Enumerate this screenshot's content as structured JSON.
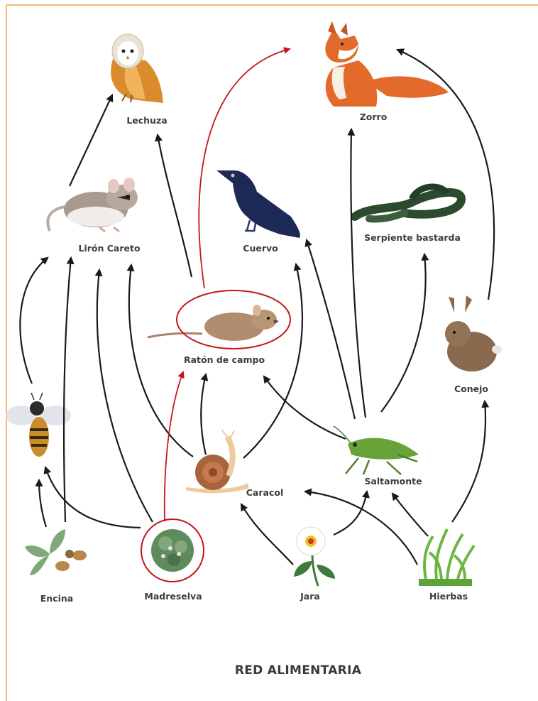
{
  "title": "RED ALIMENTARIA",
  "colors": {
    "frame": "#f0a24a",
    "arrow": "#1a1a1a",
    "highlight": "#c4161c"
  },
  "species": {
    "lechuza": "Lechuza",
    "zorro": "Zorro",
    "liron": "Lirón Careto",
    "cuervo": "Cuervo",
    "serpiente": "Serpiente bastarda",
    "raton": "Ratón de campo",
    "conejo": "Conejo",
    "caracol": "Caracol",
    "saltamonte": "Saltamonte",
    "encina": "Encina",
    "madreselva": "Madreselva",
    "jara": "Jara",
    "hierbas": "Hierbas"
  },
  "links": [
    {
      "from": "Lirón Careto",
      "to": "Lechuza",
      "highlight": false
    },
    {
      "from": "Ratón de campo",
      "to": "Lechuza",
      "highlight": false
    },
    {
      "from": "Ratón de campo",
      "to": "Zorro",
      "highlight": true
    },
    {
      "from": "Saltamonte",
      "to": "Zorro",
      "highlight": false
    },
    {
      "from": "Conejo",
      "to": "Zorro",
      "highlight": false
    },
    {
      "from": "Abeja",
      "to": "Lirón Careto",
      "highlight": false
    },
    {
      "from": "Encina",
      "to": "Lirón Careto",
      "highlight": false
    },
    {
      "from": "Madreselva",
      "to": "Lirón Careto",
      "highlight": false
    },
    {
      "from": "Caracol",
      "to": "Lirón Careto",
      "highlight": false
    },
    {
      "from": "Madreselva",
      "to": "Ratón de campo",
      "highlight": true
    },
    {
      "from": "Caracol",
      "to": "Ratón de campo",
      "highlight": false
    },
    {
      "from": "Saltamonte",
      "to": "Ratón de campo",
      "highlight": false
    },
    {
      "from": "Caracol",
      "to": "Cuervo",
      "highlight": false
    },
    {
      "from": "Saltamonte",
      "to": "Cuervo",
      "highlight": false
    },
    {
      "from": "Saltamonte",
      "to": "Serpiente bastarda",
      "highlight": false
    },
    {
      "from": "Encina",
      "to": "Abeja",
      "highlight": false
    },
    {
      "from": "Madreselva",
      "to": "Abeja",
      "highlight": false
    },
    {
      "from": "Jara",
      "to": "Caracol",
      "highlight": false
    },
    {
      "from": "Hierbas",
      "to": "Caracol",
      "highlight": false
    },
    {
      "from": "Jara",
      "to": "Saltamonte",
      "highlight": false
    },
    {
      "from": "Hierbas",
      "to": "Saltamonte",
      "highlight": false
    },
    {
      "from": "Hierbas",
      "to": "Conejo",
      "highlight": false
    }
  ]
}
